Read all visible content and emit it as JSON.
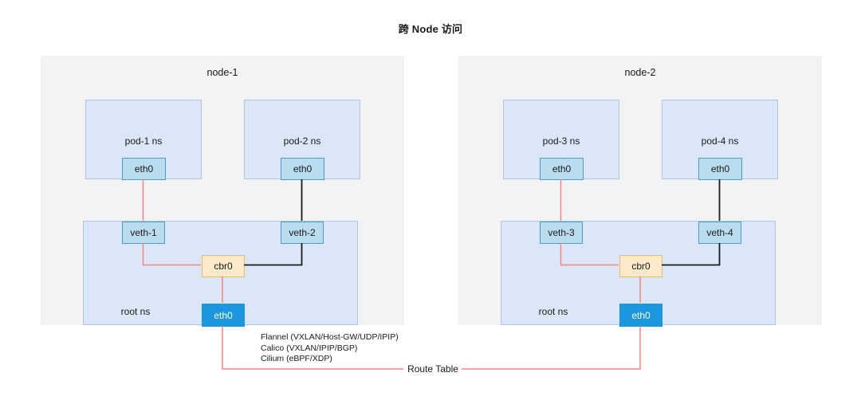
{
  "title": "跨 Node 访问",
  "nodes": [
    {
      "name": "node-1",
      "pods": [
        {
          "name": "pod-1 ns",
          "iface": "eth0"
        },
        {
          "name": "pod-2 ns",
          "iface": "eth0"
        }
      ],
      "root_ns": {
        "label": "root ns",
        "veths": [
          "veth-1",
          "veth-2"
        ],
        "bridge": "cbr0",
        "iface": "eth0"
      }
    },
    {
      "name": "node-2",
      "pods": [
        {
          "name": "pod-3 ns",
          "iface": "eth0"
        },
        {
          "name": "pod-4 ns",
          "iface": "eth0"
        }
      ],
      "root_ns": {
        "label": "root ns",
        "veths": [
          "veth-3",
          "veth-4"
        ],
        "bridge": "cbr0",
        "iface": "eth0"
      }
    }
  ],
  "annotation": {
    "lines": [
      "Flannel (VXLAN/Host-GW/UDP/IPIP)",
      "Calico (VXLAN/IPIP/BGP)",
      "Cilium (eBPF/XDP)"
    ],
    "route_table_label": "Route Table"
  },
  "colors": {
    "node_background": "#f2f3f5",
    "namespace_fill": "#dbe7f8",
    "namespace_border": "#b3c4e0",
    "interface_fill": "#b9dcee",
    "interface_border": "#4f9bc8",
    "bridge_fill": "#fdeacb",
    "bridge_border": "#eebb6e",
    "host_interface_fill": "#1b97e0",
    "wire_red": "#f88383",
    "wire_black": "#1a1a1a"
  }
}
